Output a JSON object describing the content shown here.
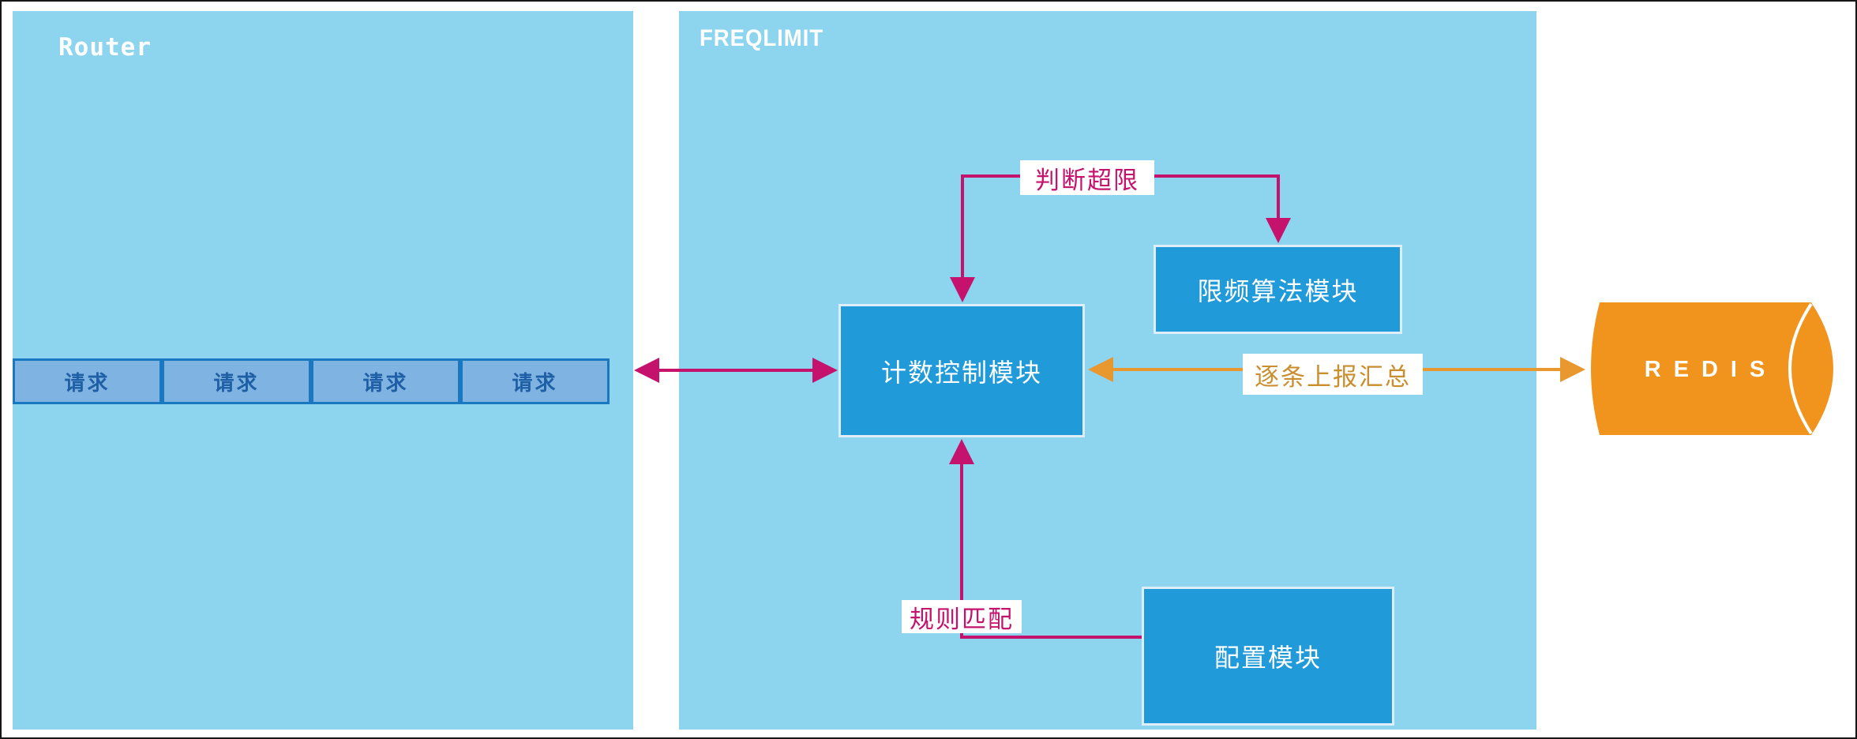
{
  "diagram": {
    "router": {
      "title": "Router",
      "requests": [
        {
          "label": "请求"
        },
        {
          "label": "请求"
        },
        {
          "label": "请求"
        },
        {
          "label": "请求"
        }
      ]
    },
    "freqlimit": {
      "title": "FREQLIMIT",
      "modules": {
        "count_control": "计数控制模块",
        "freq_algorithm": "限频算法模块",
        "config": "配置模块"
      }
    },
    "edge_labels": {
      "judge_over_limit": "判断超限",
      "report_summary": "逐条上报汇总",
      "rule_match": "规则匹配"
    },
    "redis": {
      "label": "REDIS"
    },
    "colors": {
      "panel_blue": "#8dd4ee",
      "module_blue": "#209ad8",
      "request_fill": "#7fb4e2",
      "request_border": "#1a78c0",
      "request_text": "#1f5fa6",
      "magenta_arrow": "#c5136d",
      "orange_arrow": "#e8982f",
      "orange_label_text": "#c98e2e",
      "redis_orange": "#f0941e"
    }
  }
}
